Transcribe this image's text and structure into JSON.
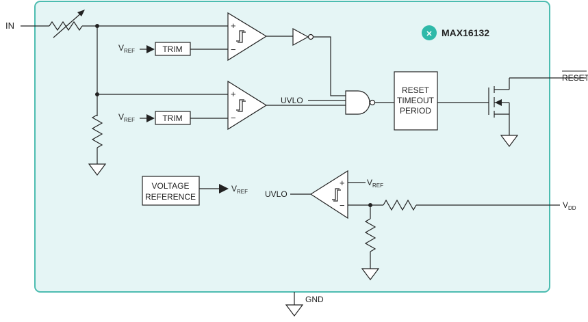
{
  "colors": {
    "chip_fill": "#e5f5f5",
    "chip_border": "#4cbcb0",
    "logo": "#2fb9a9",
    "line": "#222222"
  },
  "brand": {
    "logo_icon": "maxim-logo-icon",
    "part_number": "MAX16132"
  },
  "pins": {
    "input": "IN",
    "reset_main": "RESET",
    "vdd_main": "V",
    "vdd_sub": "DD",
    "ground": "GND"
  },
  "signals": {
    "vref_main": "V",
    "vref_sub": "REF",
    "uvlo": "UVLO",
    "plus": "+",
    "minus": "−"
  },
  "blocks": {
    "trim_top": "TRIM",
    "trim_bottom": "TRIM",
    "reset_timeout": [
      "RESET",
      "TIMEOUT",
      "PERIOD"
    ],
    "voltage_reference": [
      "VOLTAGE",
      "REFERENCE"
    ]
  }
}
